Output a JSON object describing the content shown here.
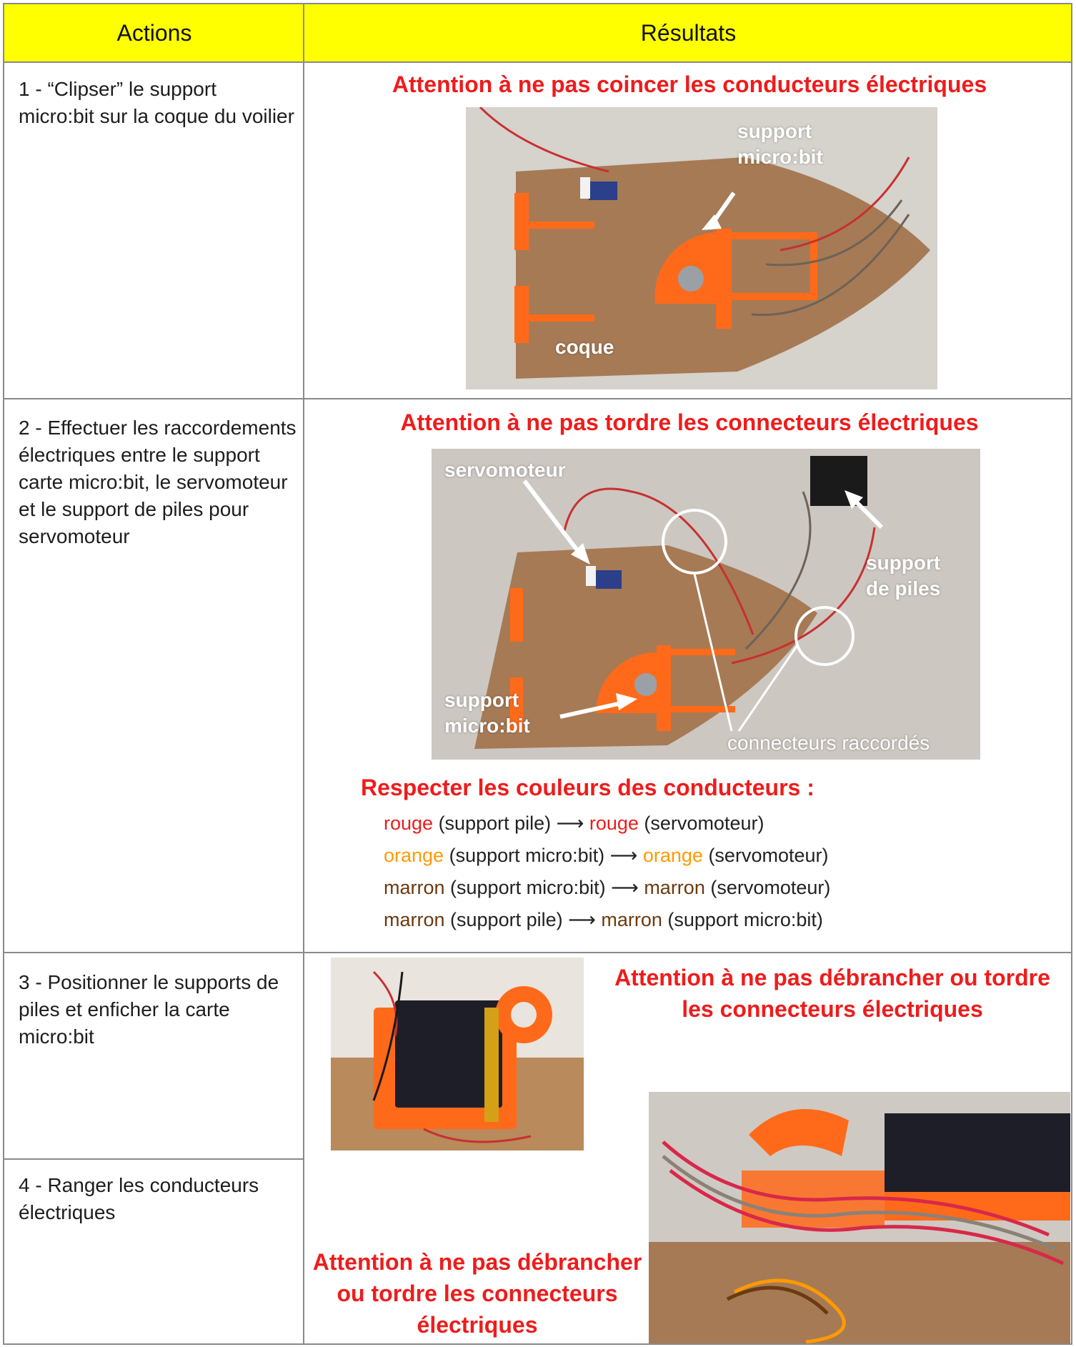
{
  "header": {
    "actions": "Actions",
    "results": "Résultats"
  },
  "rows": [
    {
      "action": "1 - “Clipser” le support micro:bit sur la coque du voilier",
      "warning": "Attention à ne pas coincer les conducteurs électriques",
      "labels": {
        "support": "support\nmicro:bit",
        "coque": "coque"
      }
    },
    {
      "action": "2 - Effectuer les raccordements électriques entre le support carte micro:bit, le servomoteur et le support de piles pour servomoteur",
      "warning": "Attention à ne pas tordre les connecteurs électriques",
      "labels": {
        "servomoteur": "servomoteur",
        "support_piles": "support\nde piles",
        "support_microbit": "support\nmicro:bit",
        "connecteurs": "connecteurs raccordés"
      },
      "colors_title": "Respecter les couleurs des conducteurs :",
      "color_rules": [
        {
          "c1": "rouge",
          "t1": " (support pile) ⟶ ",
          "c2": "rouge",
          "t2": " (servomoteur)",
          "color": "red"
        },
        {
          "c1": "orange",
          "t1": " (support micro:bit) ⟶ ",
          "c2": "orange",
          "t2": " (servomoteur)",
          "color": "orange"
        },
        {
          "c1": "marron",
          "t1": " (support micro:bit) ⟶ ",
          "c2": "marron",
          "t2": " (servomoteur)",
          "color": "brown"
        },
        {
          "c1": "marron",
          "t1": " (support pile) ⟶ ",
          "c2": "marron",
          "t2": " (support micro:bit)",
          "color": "brown"
        }
      ]
    },
    {
      "action": "3 - Positionner le supports de piles et enficher la carte micro:bit",
      "warning": "Attention à ne pas débrancher ou tordre les connecteurs électriques"
    },
    {
      "action": "4 - Ranger les conducteurs électriques",
      "warning": "Attention à ne pas débrancher ou tordre les connecteurs électriques"
    }
  ],
  "colors": {
    "header_bg": "#ffff00",
    "warning": "#ee1c1c",
    "red": "#ee1c1c",
    "orange": "#ff9a00",
    "brown": "#6b3a0f"
  }
}
